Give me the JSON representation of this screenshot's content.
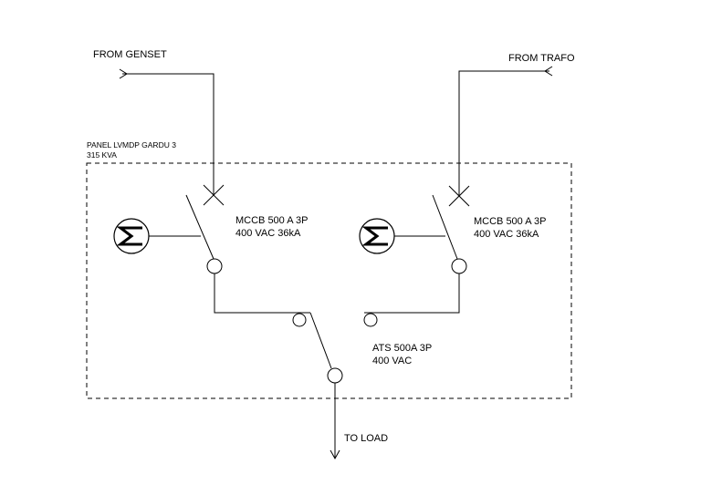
{
  "labels": {
    "from_genset": "FROM GENSET",
    "from_trafo": "FROM TRAFO",
    "panel_name": "PANEL LVMDP GARDU 3",
    "panel_rating": "315 KVA",
    "mccb_left_line1": "MCCB 500 A 3P",
    "mccb_left_line2": "400 VAC 36kA",
    "mccb_right_line1": "MCCB 500 A 3P",
    "mccb_right_line2": "400 VAC 36kA",
    "ats_line1": "ATS 500A 3P",
    "ats_line2": "400 VAC",
    "to_load": "TO LOAD"
  },
  "components": {
    "motor_left_icon": "motor-icon",
    "motor_right_icon": "motor-icon",
    "breaker_symbol": "x-cross-icon"
  }
}
